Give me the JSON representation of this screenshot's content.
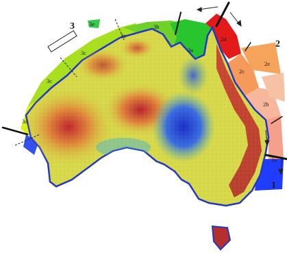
{
  "zone_numbers": [
    "1",
    "2",
    "3"
  ],
  "subzones": [
    {
      "id": "1",
      "label": "2a"
    },
    {
      "id": "2",
      "label": "2b"
    },
    {
      "id": "3",
      "label": "2c"
    },
    {
      "id": "4",
      "label": "2d"
    },
    {
      "id": "5",
      "label": "2e"
    },
    {
      "id": "6",
      "label": "3a"
    },
    {
      "id": "7",
      "label": "3b"
    },
    {
      "id": "8",
      "label": "3c"
    },
    {
      "id": "9",
      "label": "3c"
    },
    {
      "id": "10",
      "label": "3c"
    },
    {
      "id": "11",
      "label": "3d"
    },
    {
      "id": "12",
      "label": "3e"
    }
  ],
  "colors": {
    "zone1": "#1f3cff",
    "zone2a": "#f4a08a",
    "zone2b": "#f8b79c",
    "zone2c": "#f59a5a",
    "zone2d": "#e21a1a",
    "zone2e": "#f6a35c",
    "zone3a": "#29c52e",
    "zone3b": "#6fd12a",
    "zone3c": "#a8e01f",
    "zone3d": "#d9ef18",
    "zone3e": "#38c84a",
    "elevation_low": "#2b3fd6",
    "elevation_mid": "#d7d84a",
    "elevation_high": "#c0272d"
  },
  "icons": [
    "direction-arrow-icon"
  ]
}
